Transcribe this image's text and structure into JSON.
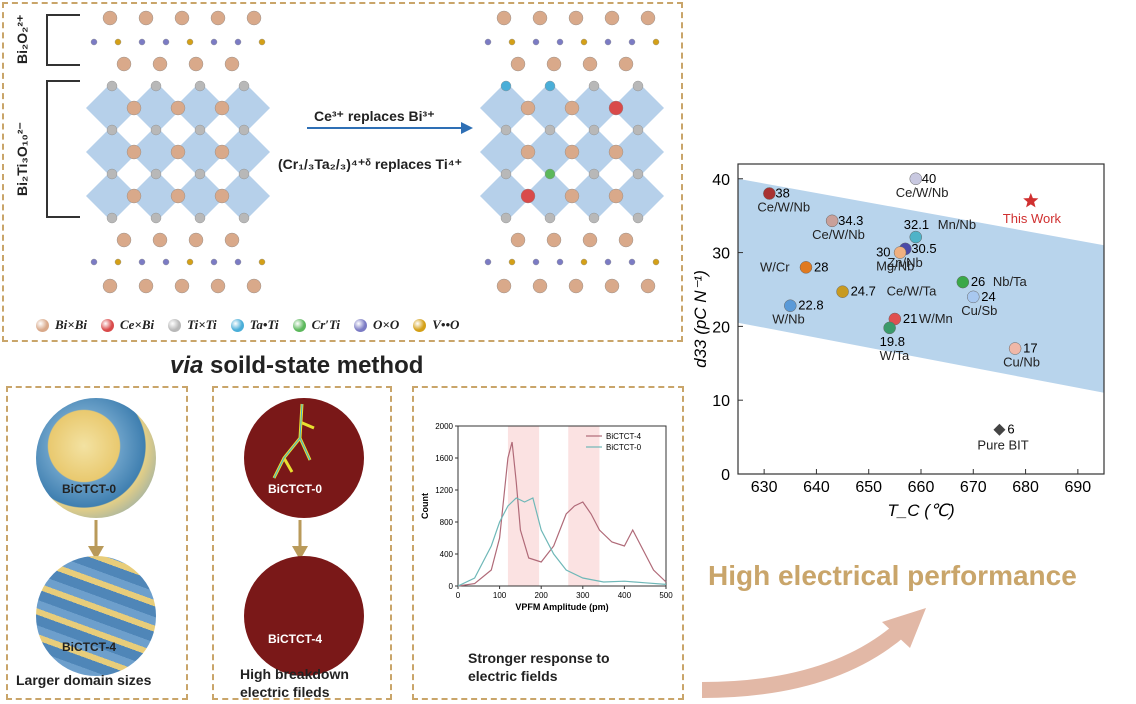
{
  "structure": {
    "label_bi2o2": "Bi₂O₂²⁺",
    "label_bi2ti3o10": "Bi₂Ti₃O₁₀²⁻",
    "arrow_line1": "Ce³⁺ replaces Bi³⁺",
    "arrow_line2": "(Cr₁/₃Ta₂/₃)⁴⁺ᵟ replaces Ti⁴⁺",
    "legend": [
      {
        "text": "Bi×Bi",
        "color": "#d9a98a"
      },
      {
        "text": "Ce×Bi",
        "color": "#d94a4a"
      },
      {
        "text": "Ti×Ti",
        "color": "#b8b8b8"
      },
      {
        "text": "Ta•Ti",
        "color": "#4aaed8"
      },
      {
        "text": "Cr′Ti",
        "color": "#5cb85c"
      },
      {
        "text": "O×O",
        "color": "#7b7bc4"
      },
      {
        "text": "V••O",
        "color": "#d4a017"
      }
    ]
  },
  "via_title_italic": "via",
  "via_title_rest": " soild-state method",
  "panel1": {
    "top_label": "BiCTCT-0",
    "bottom_label": "BiCTCT-4",
    "caption": "Larger  domain sizes"
  },
  "panel2": {
    "top_label": "BiCTCT-0",
    "bottom_label": "BiCTCT-4",
    "caption_line1": "High breakdown",
    "caption_line2": "electric fileds"
  },
  "panel3": {
    "caption_line1": "Stronger response to",
    "caption_line2": "electric fields"
  },
  "high_perf": "High electrical performance",
  "chart_data": [
    {
      "type": "line",
      "xlabel": "VPFM Amplitude (pm)",
      "ylabel": "Count",
      "xlim": [
        0,
        500
      ],
      "ylim": [
        0,
        2000
      ],
      "xticks": [
        0,
        100,
        200,
        300,
        400,
        500
      ],
      "yticks": [
        0,
        400,
        800,
        1200,
        1600,
        2000
      ],
      "series": [
        {
          "name": "BiCTCT-4",
          "color": "#b06a78",
          "x": [
            0,
            40,
            80,
            100,
            110,
            120,
            130,
            140,
            150,
            170,
            200,
            230,
            260,
            280,
            300,
            320,
            340,
            370,
            400,
            420,
            440,
            470,
            500
          ],
          "y": [
            0,
            30,
            200,
            600,
            1100,
            1600,
            1800,
            1300,
            700,
            350,
            300,
            500,
            900,
            1000,
            1050,
            900,
            700,
            550,
            500,
            700,
            500,
            200,
            50
          ]
        },
        {
          "name": "BiCTCT-0",
          "color": "#6fb8b8",
          "x": [
            0,
            40,
            80,
            100,
            120,
            140,
            160,
            180,
            200,
            230,
            260,
            300,
            350,
            400,
            450,
            500
          ],
          "y": [
            0,
            100,
            500,
            800,
            1000,
            1100,
            1050,
            1100,
            700,
            400,
            200,
            100,
            50,
            60,
            40,
            20
          ]
        }
      ],
      "shaded_ranges": [
        [
          120,
          195
        ],
        [
          265,
          340
        ]
      ]
    },
    {
      "type": "scatter",
      "xlabel": "T_C (℃)",
      "ylabel": "d33 (pC N⁻¹)",
      "xlim": [
        625,
        695
      ],
      "ylim": [
        0,
        42
      ],
      "xticks": [
        630,
        640,
        650,
        660,
        670,
        680,
        690
      ],
      "yticks": [
        0,
        10,
        20,
        30,
        40
      ],
      "points": [
        {
          "x": 631,
          "y": 38,
          "value": "38",
          "label": "Ce/W/Nb",
          "color": "#a83232"
        },
        {
          "x": 643,
          "y": 34.3,
          "value": "34.3",
          "label": "Ce/W/Nb",
          "color": "#c9a09a"
        },
        {
          "x": 659,
          "y": 40,
          "value": "40",
          "label": "Ce/W/Nb",
          "color": "#c8c8e0"
        },
        {
          "x": 659,
          "y": 32.1,
          "value": "32.1",
          "label": "Mn/Nb",
          "color": "#4fb3c8"
        },
        {
          "x": 657,
          "y": 30.5,
          "value": "30.5",
          "label": "Zn/Nb",
          "color": "#4a4aa8"
        },
        {
          "x": 656,
          "y": 30,
          "value": "30",
          "label": "Mg/Nb",
          "color": "#f0b080"
        },
        {
          "x": 638,
          "y": 28,
          "value": "28",
          "label": "W/Cr",
          "color": "#e07a20"
        },
        {
          "x": 668,
          "y": 26,
          "value": "26",
          "label": "Nb/Ta",
          "color": "#3aa848"
        },
        {
          "x": 645,
          "y": 24.7,
          "value": "24.7",
          "label": "Ce/W/Ta",
          "color": "#c89a20"
        },
        {
          "x": 670,
          "y": 24,
          "value": "24",
          "label": "Cu/Sb",
          "color": "#a8c8f0"
        },
        {
          "x": 635,
          "y": 22.8,
          "value": "22.8",
          "label": "W/Nb",
          "color": "#5a9ad8"
        },
        {
          "x": 655,
          "y": 21,
          "value": "21",
          "label": "W/Mn",
          "color": "#e05050"
        },
        {
          "x": 654,
          "y": 19.8,
          "value": "19.8",
          "label": "W/Ta",
          "color": "#3a9a6a"
        },
        {
          "x": 678,
          "y": 17,
          "value": "17",
          "label": "Cu/Nb",
          "color": "#f0b8a8"
        },
        {
          "x": 675,
          "y": 6,
          "value": "6",
          "label": "Pure BIT",
          "color": "#444444",
          "shape": "diamond"
        },
        {
          "x": 681,
          "y": 37,
          "value": "",
          "label": "This Work",
          "color": "#d03030",
          "shape": "star"
        }
      ],
      "band": {
        "upper": [
          [
            625,
            40
          ],
          [
            695,
            31
          ]
        ],
        "lower": [
          [
            625,
            20.5
          ],
          [
            695,
            11
          ]
        ],
        "color": "#b8d4ec"
      }
    }
  ]
}
